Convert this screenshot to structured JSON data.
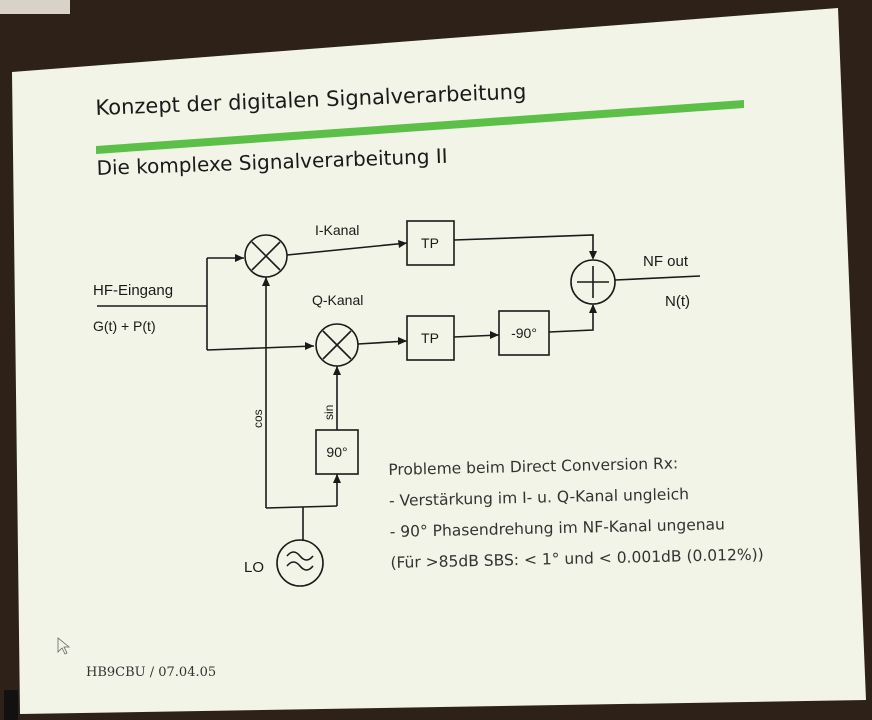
{
  "slide": {
    "title": "Konzept der digitalen Signalverarbeitung",
    "subtitle": "Die komplexe Signalverarbeitung II",
    "footer": "HB9CBU / 07.04.05"
  },
  "diagram": {
    "input_label": "HF-Eingang",
    "input_signal": "G(t) + P(t)",
    "i_channel": "I-Kanal",
    "q_channel": "Q-Kanal",
    "lowpass_i": "TP",
    "lowpass_q": "TP",
    "phase_shift_q": "-90°",
    "phase_shift_lo": "90°",
    "cos_label": "cos",
    "sin_label": "sin",
    "output_label": "NF out",
    "output_signal": "N(t)",
    "lo_label": "LO"
  },
  "problems": {
    "heading": "Probleme beim Direct Conversion Rx:",
    "items": [
      "-  Verstärkung im I- u. Q-Kanal ungleich",
      "-  90° Phasendrehung im NF-Kanal ungenau",
      "(Für >85dB SBS: < 1° und < 0.001dB (0.012%))"
    ]
  },
  "colors": {
    "accent_rule": "#5cc048",
    "slide_background": "#f2f5e7",
    "line": "#1a1a1a"
  }
}
